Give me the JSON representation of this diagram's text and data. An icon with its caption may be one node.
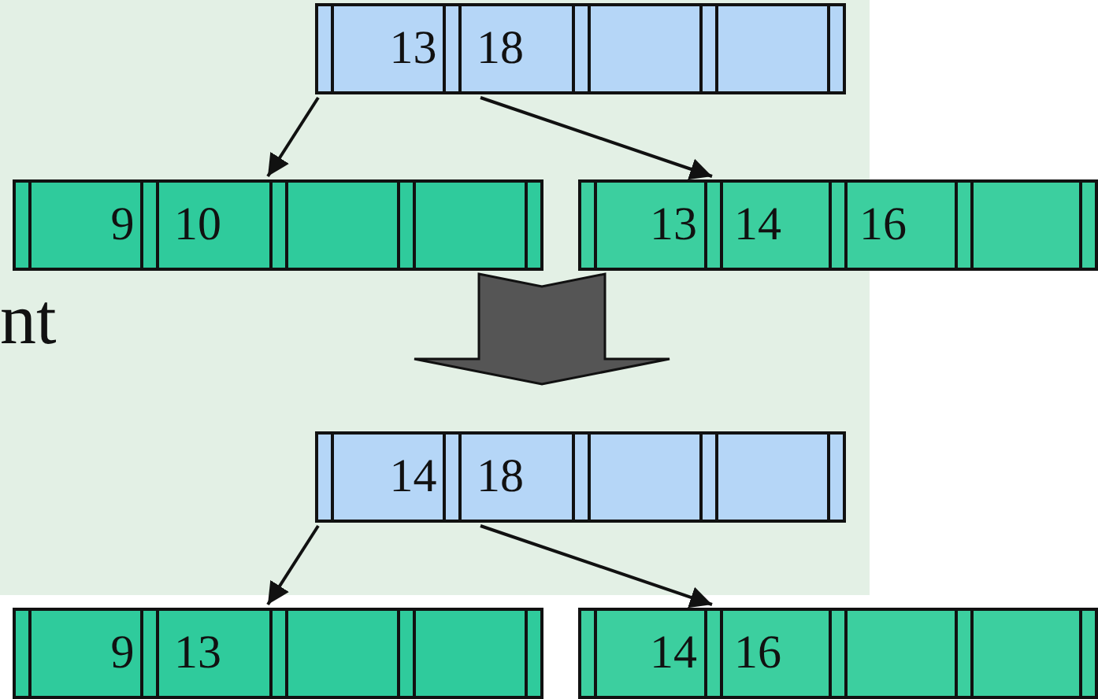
{
  "diagram": {
    "nodes": [
      {
        "text": [],
        "shape": "box"
      },
      {
        "text": [
          "13",
          "18"
        ],
        "in": 0
      },
      {
        "text": [
          "9",
          "10"
        ],
        "in": 0
      },
      {
        "text": [
          "13",
          "14",
          "16"
        ],
        "in": 0
      },
      {
        "text": [],
        "shape": "box"
      },
      {
        "text": [
          "14",
          "18"
        ],
        "in": 4
      },
      {
        "text": [
          "9",
          "13"
        ],
        "in": 4
      },
      {
        "text": [
          "14",
          "16"
        ],
        "in": 4
      }
    ],
    "edges": [
      {
        "from": 1,
        "to": 2,
        "arrow": "to"
      },
      {
        "from": 1,
        "to": 3,
        "arrow": "to"
      },
      {
        "from": 0,
        "to": 4,
        "arrow": "to",
        "style": "thick"
      },
      {
        "from": 5,
        "to": 6,
        "arrow": "to"
      },
      {
        "from": 5,
        "to": 7,
        "arrow": "to"
      }
    ],
    "labels": [
      "nt"
    ]
  }
}
